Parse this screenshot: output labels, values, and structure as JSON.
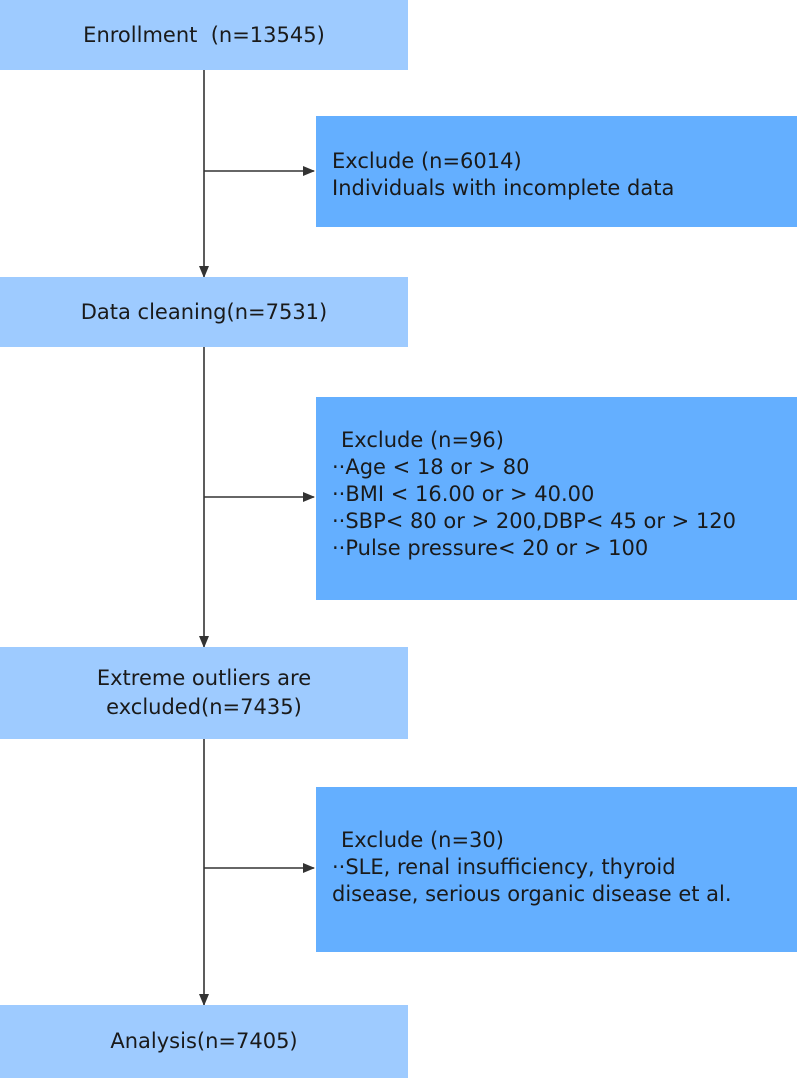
{
  "colors": {
    "main_box": "#9ecbff",
    "exclude_box": "#64afff",
    "connector": "#333333"
  },
  "steps": [
    {
      "label": "Enrollment  (n=13545)"
    },
    {
      "label": "Data cleaning(n=7531)"
    },
    {
      "label_lines": [
        "Extreme outliers are",
        "excluded(n=7435)"
      ]
    },
    {
      "label": "Analysis(n=7405)"
    }
  ],
  "exclusions": [
    {
      "heading": "Exclude (n=6014)",
      "items": [
        "Individuals with incomplete data"
      ]
    },
    {
      "heading": "Exclude (n=96)",
      "items": [
        "··Age < 18 or > 80",
        "··BMI < 16.00 or > 40.00",
        "··SBP< 80 or > 200,DBP< 45 or > 120",
        "··Pulse pressure< 20 or > 100"
      ]
    },
    {
      "heading": "Exclude (n=30)",
      "items": [
        "··SLE, renal insufficiency, thyroid",
        "disease, serious organic disease et al."
      ]
    }
  ]
}
